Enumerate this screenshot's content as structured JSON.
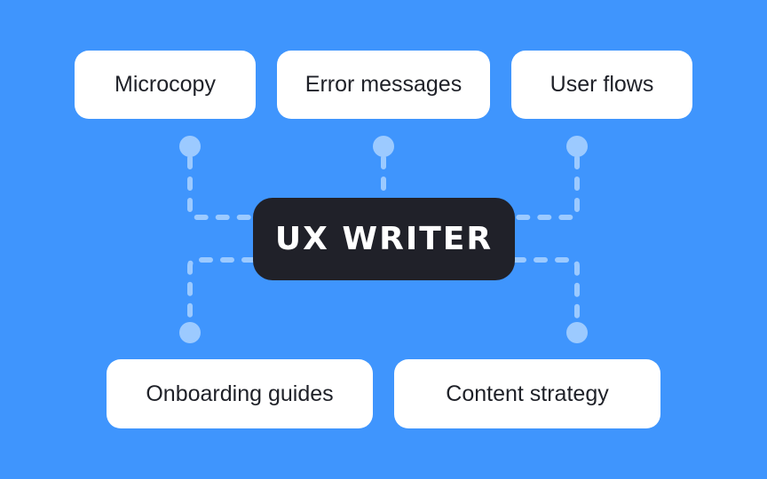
{
  "center": {
    "label": "UX WRITER"
  },
  "topics": {
    "top": [
      "Microcopy",
      "Error messages",
      "User flows"
    ],
    "bottom": [
      "Onboarding guides",
      "Content strategy"
    ]
  },
  "colors": {
    "background": "#3f95fd",
    "connector": "#9ccaff",
    "center": "#202129",
    "card": "#ffffff"
  }
}
